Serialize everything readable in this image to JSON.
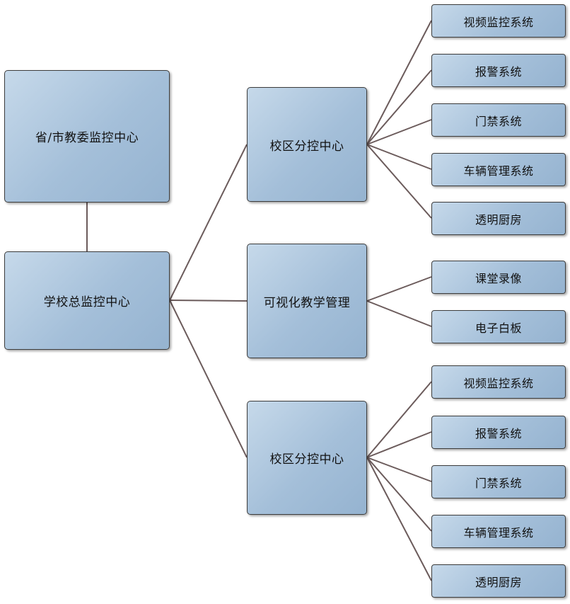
{
  "nodes": {
    "province": "省/市教委监控中心",
    "school": "学校总监控中心",
    "campus_1": "校区分控中心",
    "visual": "可视化教学管理",
    "campus_2": "校区分控中心"
  },
  "campus_1_children": [
    "视频监控系统",
    "报警系统",
    "门禁系统",
    "车辆管理系统",
    "透明厨房"
  ],
  "visual_children": [
    "课堂录像",
    "电子白板"
  ],
  "campus_2_children": [
    "视频监控系统",
    "报警系统",
    "门禁系统",
    "车辆管理系统",
    "透明厨房"
  ],
  "colors": {
    "node_fill": "#a4bfd9",
    "node_border": "#3c3c3c",
    "connector": "#6b5b5b"
  }
}
